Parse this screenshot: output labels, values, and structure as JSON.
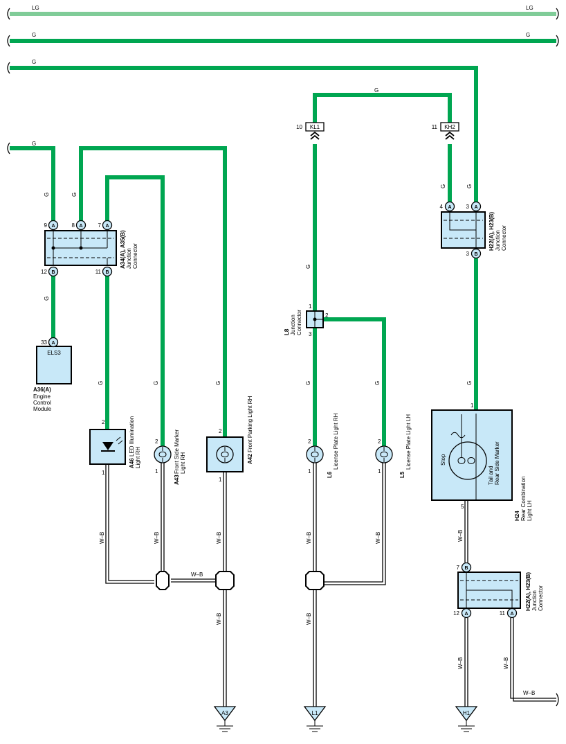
{
  "wire_labels": {
    "bus_lg_left": "LG",
    "bus_lg_right": "LG",
    "bus_g2_left": "G",
    "bus_g2_right": "G",
    "bus_g3_left": "G",
    "g_left_feed": "G",
    "g_a34_pin9": "G",
    "g_a34_pin8": "G",
    "g_below_a34": "G",
    "g_a46": "G",
    "g_a43": "G",
    "g_a42": "G",
    "g_top_loop": "G",
    "g_l8_up": "G",
    "g_l6": "G",
    "g_l5": "G",
    "g_h22_pin4": "G",
    "g_h22_pin3": "G",
    "g_h24": "G",
    "wb_a46": "W–B",
    "wb_a43": "W–B",
    "wb_a42": "W–B",
    "wb_a3_horiz": "W–B",
    "wb_a3_down": "W–B",
    "wb_l6": "W–B",
    "wb_l5": "W–B",
    "wb_l1_down": "W–B",
    "wb_h24": "W–B",
    "wb_h1_down": "W–B",
    "wb_h22_pin11": "W–B",
    "wb_bottom_right": "W–B"
  },
  "connectors": {
    "kl1": {
      "label": "KL1",
      "pin": "10"
    },
    "kh2": {
      "label": "KH2",
      "pin": "11"
    }
  },
  "components": {
    "a34": {
      "code": "A34(A), A35(B)",
      "desc_lines": [
        "Junction",
        "Connector"
      ],
      "pins_top": [
        {
          "num": "9",
          "letter": "A"
        },
        {
          "num": "8",
          "letter": "A"
        },
        {
          "num": "7",
          "letter": "A"
        }
      ],
      "pins_bottom": [
        {
          "num": "12",
          "letter": "B"
        },
        {
          "num": "11",
          "letter": "B"
        }
      ]
    },
    "a36": {
      "code": "A36(A)",
      "desc_lines": [
        "Engine",
        "Control",
        "Module"
      ],
      "inner_label": "ELS3",
      "pin": {
        "num": "33",
        "letter": "A"
      }
    },
    "a46": {
      "code": "A46",
      "desc_lines": [
        "LED Illumination",
        "Light RH"
      ],
      "pin_top": "2",
      "pin_bottom": "1"
    },
    "a43": {
      "code": "A43",
      "desc_lines": [
        "Front Side Marker",
        "Light RH"
      ],
      "pin_top": "2",
      "pin_bottom": "1"
    },
    "a42": {
      "code": "A42",
      "desc_lines": [
        "Front Parking Light RH"
      ],
      "pin_top": "2",
      "pin_bottom": "1"
    },
    "l8": {
      "code": "L8",
      "desc_lines": [
        "Junction",
        "Connector"
      ],
      "pin_top": "1",
      "pin_right": "2",
      "pin_bottom": "3"
    },
    "l6": {
      "code": "L6",
      "desc_lines": [
        "License Plate Light RH"
      ],
      "pin_top": "2",
      "pin_bottom": "1"
    },
    "l5": {
      "code": "L5",
      "desc_lines": [
        "License Plate Light LH"
      ],
      "pin_top": "2",
      "pin_bottom": "1"
    },
    "h22_top": {
      "code": "H22(A), H23(B)",
      "desc_lines": [
        "Junction",
        "Connector"
      ],
      "pins_top": [
        {
          "num": "4",
          "letter": "A"
        },
        {
          "num": "3",
          "letter": "A"
        }
      ],
      "pins_bottom": [
        {
          "num": "3",
          "letter": "B"
        }
      ]
    },
    "h24": {
      "code": "H24",
      "desc_lines": [
        "Rear Combination",
        "Light LH"
      ],
      "inner_left": "Stop",
      "inner_right_lines": [
        "Tail and",
        "Rear Side Marker"
      ],
      "pin_top": "1",
      "pin_bottom": "5"
    },
    "h22_bottom": {
      "code": "H22(A), H23(B)",
      "desc_lines": [
        "Junction",
        "Connector"
      ],
      "pins_top": [
        {
          "num": "7",
          "letter": "B"
        }
      ],
      "pins_bottom": [
        {
          "num": "12",
          "letter": "A"
        },
        {
          "num": "11",
          "letter": "A"
        }
      ]
    }
  },
  "grounds": {
    "a3": "A3",
    "l1": "L1",
    "h1": "H1"
  },
  "colors": {
    "green_wire": "#00a651",
    "light_green_wire": "#80cc98",
    "component_fill": "#c8e8f8",
    "black": "#000000"
  }
}
